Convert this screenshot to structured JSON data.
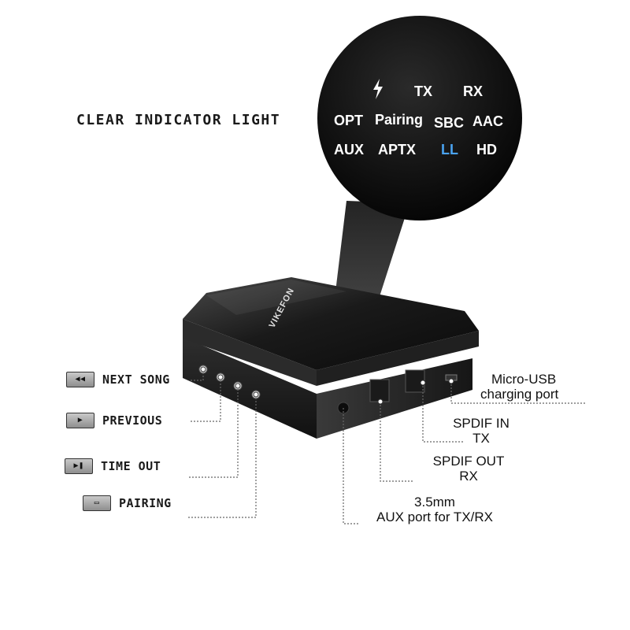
{
  "heading": "CLEAR INDICATOR LIGHT",
  "indicator_lights": {
    "row1": [
      "TX",
      "RX"
    ],
    "row2": [
      "OPT",
      "Pairing",
      "SBC",
      "AAC"
    ],
    "row3": [
      "AUX",
      "APTX",
      "LL",
      "HD"
    ],
    "power_symbol": "bolt-icon"
  },
  "device": {
    "brand": "VIKEFON"
  },
  "button_labels": {
    "next_song": "NEXT SONG",
    "previous": "PREVIOUS",
    "time_out": "TIME OUT",
    "pairing": "PAIRING"
  },
  "port_labels": {
    "micro_usb_line1": "Micro-USB",
    "micro_usb_line2": "charging port",
    "spdif_in_line1": "SPDIF IN",
    "spdif_in_line2": "TX",
    "spdif_out_line1": "SPDIF OUT",
    "spdif_out_line2": "RX",
    "aux_line1": "3.5mm",
    "aux_line2": "AUX port for TX/RX"
  },
  "colors": {
    "accent_blue": "#4aa3f0",
    "device_body": "#1b1b1b",
    "label_chip": "#a8a8a8"
  }
}
